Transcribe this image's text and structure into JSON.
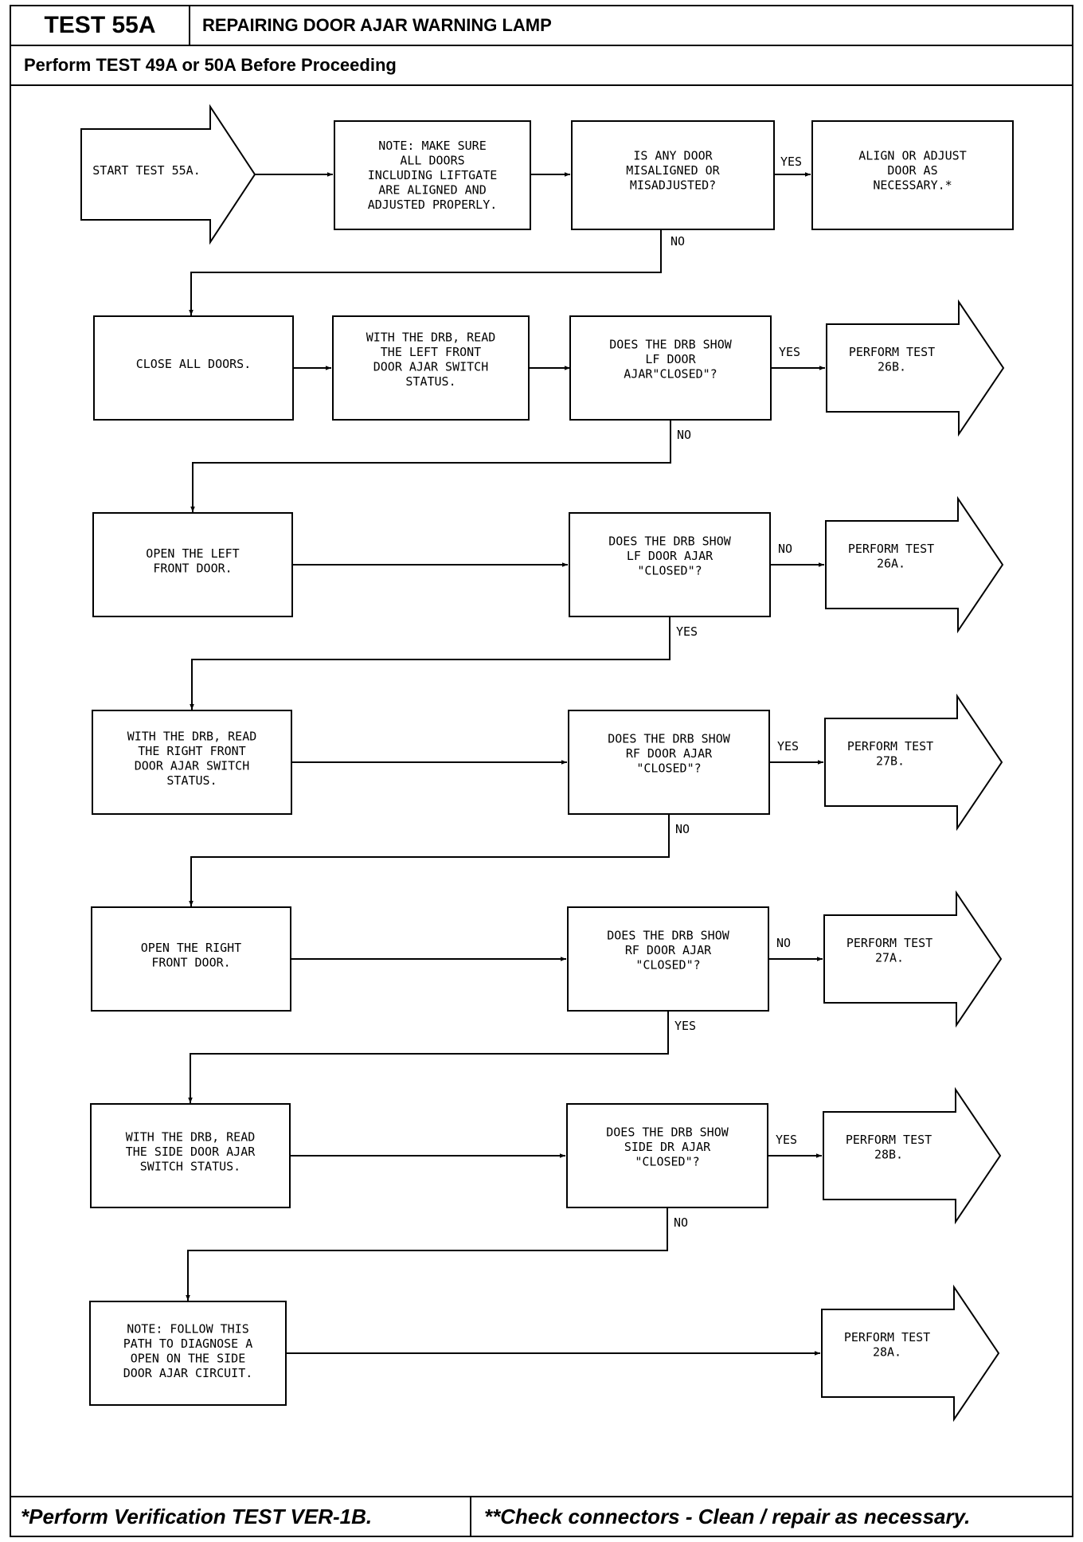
{
  "header": {
    "test_number": "TEST 55A",
    "title": "REPAIRING DOOR AJAR WARNING LAMP",
    "prerequisite": "Perform TEST 49A or 50A Before Proceeding"
  },
  "flowchart": {
    "row1": {
      "start": [
        "START TEST 55A."
      ],
      "note": [
        "NOTE: MAKE SURE",
        "ALL DOORS",
        "INCLUDING LIFTGATE",
        "ARE ALIGNED AND",
        "ADJUSTED PROPERLY."
      ],
      "question": [
        "IS ANY DOOR",
        "MISALIGNED OR",
        "MISADJUSTED?"
      ],
      "yes_label": "YES",
      "action": [
        "ALIGN OR ADJUST",
        "DOOR AS",
        "NECESSARY.*"
      ],
      "no_label": "NO"
    },
    "row2": {
      "step": [
        "CLOSE ALL DOORS."
      ],
      "read": [
        "WITH THE DRB, READ",
        "THE LEFT FRONT",
        "DOOR AJAR SWITCH",
        "STATUS."
      ],
      "question": [
        "DOES THE DRB SHOW",
        "LF DOOR",
        "AJAR\"CLOSED\"?"
      ],
      "yes_label": "YES",
      "result": [
        "PERFORM TEST",
        "26B."
      ],
      "no_label": "NO"
    },
    "row3": {
      "step": [
        "OPEN THE LEFT",
        "FRONT DOOR."
      ],
      "question": [
        "DOES THE DRB SHOW",
        "LF DOOR AJAR",
        "\"CLOSED\"?"
      ],
      "no_label": "NO",
      "result": [
        "PERFORM TEST",
        "26A."
      ],
      "yes_label": "YES"
    },
    "row4": {
      "step": [
        "WITH THE DRB, READ",
        "THE RIGHT FRONT",
        "DOOR AJAR SWITCH",
        "STATUS."
      ],
      "question": [
        "DOES THE DRB SHOW",
        "RF DOOR AJAR",
        "\"CLOSED\"?"
      ],
      "yes_label": "YES",
      "result": [
        "PERFORM TEST",
        "27B."
      ],
      "no_label": "NO"
    },
    "row5": {
      "step": [
        "OPEN THE RIGHT",
        "FRONT DOOR."
      ],
      "question": [
        "DOES THE DRB SHOW",
        "RF DOOR AJAR",
        "\"CLOSED\"?"
      ],
      "no_label": "NO",
      "result": [
        "PERFORM TEST",
        "27A."
      ],
      "yes_label": "YES"
    },
    "row6": {
      "step": [
        "WITH THE DRB, READ",
        "THE SIDE DOOR AJAR",
        "SWITCH STATUS."
      ],
      "question": [
        "DOES THE DRB SHOW",
        "SIDE DR AJAR",
        "\"CLOSED\"?"
      ],
      "yes_label": "YES",
      "result": [
        "PERFORM TEST",
        "28B."
      ],
      "no_label": "NO"
    },
    "row7": {
      "note": [
        "NOTE: FOLLOW THIS",
        "PATH TO DIAGNOSE A",
        "OPEN ON THE SIDE",
        "DOOR AJAR CIRCUIT."
      ],
      "result": [
        "PERFORM TEST",
        "28A."
      ]
    }
  },
  "footer": {
    "left": "*Perform Verification TEST VER-1B.",
    "right": "**Check connectors - Clean / repair as necessary."
  }
}
